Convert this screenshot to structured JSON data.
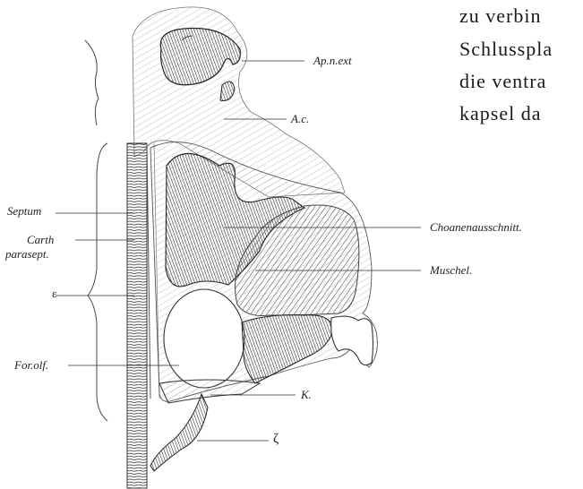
{
  "body_text": [
    "zu verbin",
    "Schlusspla",
    "die ventra",
    "kapsel da"
  ],
  "labels": {
    "ap_n_ext": "Ap.n.ext",
    "a_c": "A.c.",
    "septum": "Septum",
    "carth": "Carth",
    "parasept": "parasept.",
    "epsilon": "ε",
    "for_olf": "For.olf.",
    "choanen": "Choanenausschnitt.",
    "muschel": "Muschel.",
    "k": "K.",
    "zeta": "ζ"
  }
}
